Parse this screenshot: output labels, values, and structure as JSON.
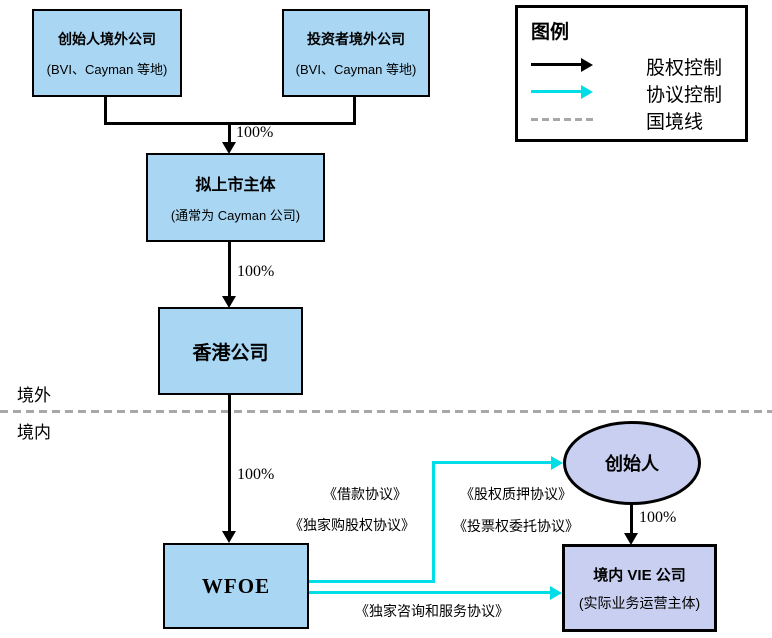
{
  "nodes": {
    "founder_offshore": {
      "title": "创始人境外公司",
      "subtitle": "(BVI、Cayman 等地)"
    },
    "investor_offshore": {
      "title": "投资者境外公司",
      "subtitle": "(BVI、Cayman 等地)"
    },
    "listco": {
      "title": "拟上市主体",
      "subtitle": "(通常为 Cayman 公司)"
    },
    "hongkong": {
      "title": "香港公司"
    },
    "wfoe": {
      "title": "WFOE"
    },
    "founder": {
      "title": "创始人"
    },
    "vie": {
      "title": "境内 VIE 公司",
      "subtitle": "(实际业务运营主体)"
    }
  },
  "percentages": {
    "top_to_listco": "100%",
    "listco_to_hk": "100%",
    "hk_to_wfoe": "100%",
    "founder_to_vie": "100%"
  },
  "edges": {
    "agreements_left": [
      "《借款协议》",
      "《独家购股权协议》"
    ],
    "agreements_right": [
      "《股权质押协议》",
      "《投票权委托协议》"
    ],
    "agreement_service": "《独家咨询和服务协议》"
  },
  "boundary": {
    "offshore": "境外",
    "onshore": "境内"
  },
  "legend": {
    "title": "图例",
    "items": [
      "股权控制",
      "协议控制",
      "国境线"
    ]
  },
  "colors": {
    "box_blue": "#a8d6f3",
    "box_lavender": "#c8cff0",
    "agreement_cyan": "#00dde6",
    "boundary_gray": "#a8a8a8",
    "line_black": "#000000"
  }
}
